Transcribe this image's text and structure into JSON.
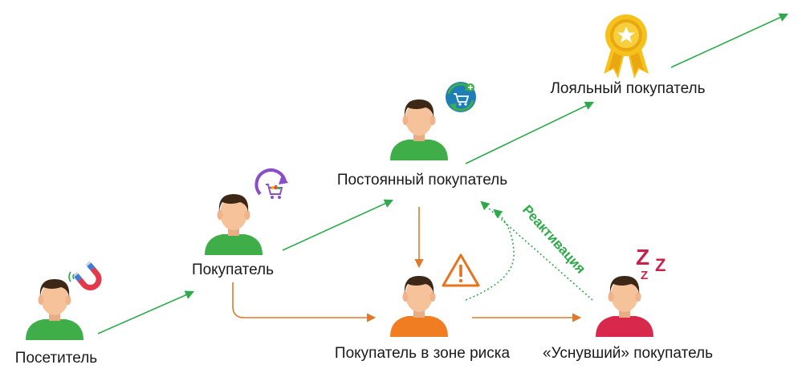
{
  "nodes": {
    "visitor": {
      "label": "Посетитель",
      "shirt_color": "#3fae49"
    },
    "buyer": {
      "label": "Покупатель",
      "shirt_color": "#3fae49"
    },
    "regular": {
      "label": "Постоянный покупатель",
      "shirt_color": "#3fae49"
    },
    "loyal": {
      "label": "Лояльный покупатель"
    },
    "at_risk": {
      "label": "Покупатель в зоне риска",
      "shirt_color": "#f07d22"
    },
    "sleeping": {
      "label": "«Уснувший» покупатель",
      "shirt_color": "#d8294c"
    }
  },
  "edges": {
    "reactivation_label": "Реактивация"
  },
  "icons": {
    "visitor": "magnet-icon",
    "buyer": "cart-repeat-icon",
    "regular": "cart-sync-icon",
    "loyal": "award-medal-icon",
    "at_risk": "warning-icon",
    "sleeping": "sleep-zz-icon"
  },
  "colors": {
    "green_arrow": "#2eaa4a",
    "orange_arrow": "#e07a2a",
    "skin": "#f5c29a",
    "hair": "#3d2716",
    "warning": "#e8731f",
    "medal_gold": "#f4c21b",
    "sleep": "#c8224a"
  }
}
